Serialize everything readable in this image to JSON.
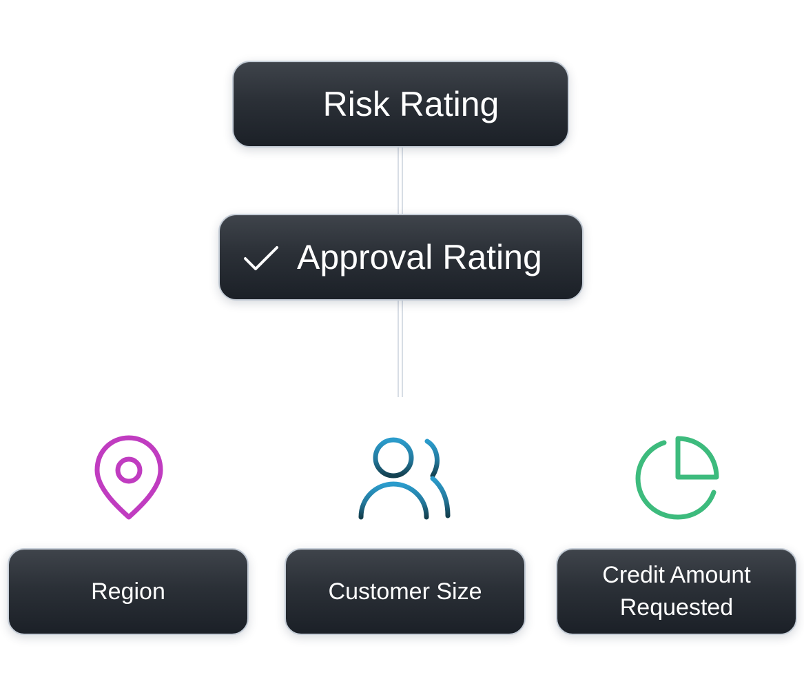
{
  "nodes": {
    "risk_rating": "Risk Rating",
    "approval_rating": "Approval Rating",
    "region": "Region",
    "customer_size": "Customer Size",
    "credit_amount_line1": "Credit Amount",
    "credit_amount_line2": "Requested"
  },
  "icons": {
    "approval": "check-icon",
    "region": "map-pin-icon",
    "customer_size": "users-icon",
    "credit_amount": "pie-chart-icon"
  },
  "colors": {
    "node_dark": "#2b3037",
    "region_icon": "#c03cc0",
    "customer_icon_top": "#2b8fc0",
    "customer_icon_bottom": "#14404f",
    "credit_icon": "#3dbb7d"
  }
}
